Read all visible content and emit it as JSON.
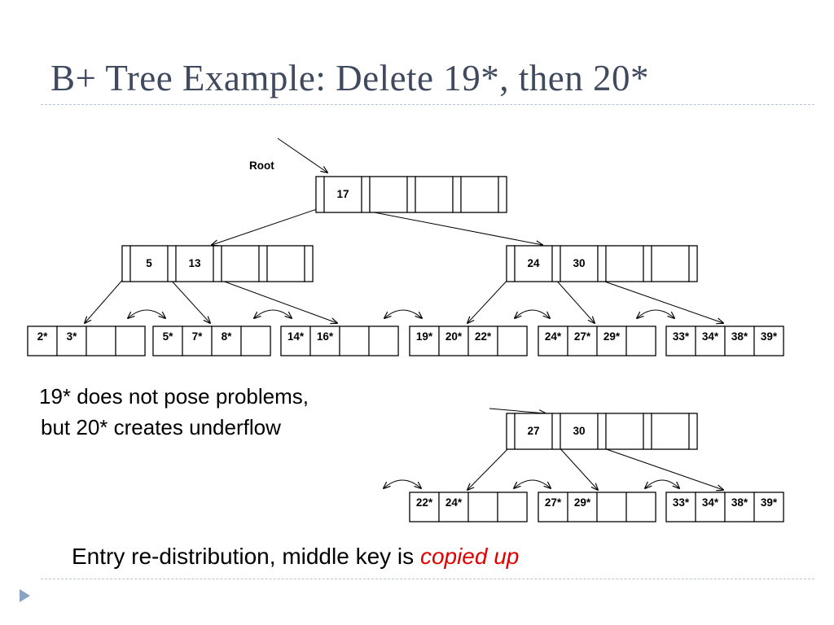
{
  "title": "B+ Tree Example: Delete 19*, then 20*",
  "root_label": "Root",
  "notes": {
    "line1": "19* does not pose problems,",
    "line2": "but 20* creates underflow"
  },
  "summary": {
    "text": "Entry re-distribution, middle key is",
    "emphasis": "copied up"
  },
  "colors": {
    "title": "#3f4a5e",
    "emphasis": "#e00000",
    "divider": "#b7c2cf",
    "bullet": "#8aa3c2"
  },
  "bullet_icon": "triangle-bullet-icon",
  "before_tree": {
    "root": {
      "keys": [
        "17",
        "",
        "",
        ""
      ]
    },
    "internal": [
      {
        "keys": [
          "5",
          "13",
          "",
          ""
        ]
      },
      {
        "keys": [
          "24",
          "30",
          "",
          ""
        ]
      }
    ],
    "leaves": [
      [
        "2*",
        "3*",
        "",
        ""
      ],
      [
        "5*",
        "7*",
        "8*",
        ""
      ],
      [
        "14*",
        "16*",
        "",
        ""
      ],
      [
        "19*",
        "20*",
        "22*",
        ""
      ],
      [
        "24*",
        "27*",
        "29*",
        ""
      ],
      [
        "33*",
        "34*",
        "38*",
        "39*"
      ]
    ]
  },
  "after_subtree": {
    "node": {
      "keys": [
        "27",
        "30",
        "",
        ""
      ]
    },
    "leaves": [
      [
        "22*",
        "24*",
        "",
        ""
      ],
      [
        "27*",
        "29*",
        "",
        ""
      ],
      [
        "33*",
        "34*",
        "38*",
        "39*"
      ]
    ]
  }
}
